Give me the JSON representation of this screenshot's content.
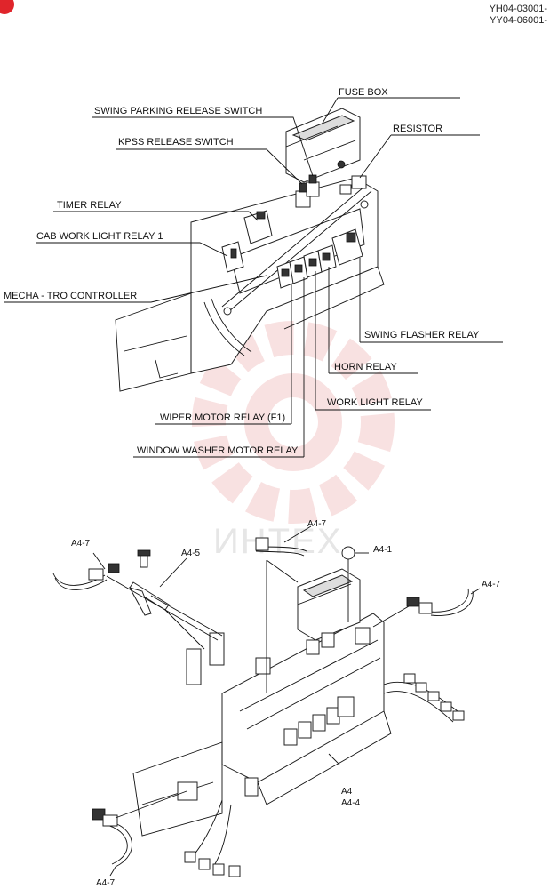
{
  "header": {
    "model_code_1": "YH04-03001-",
    "model_code_2": "YY04-06001-"
  },
  "watermark": {
    "text": "ИНТЕХ",
    "color": "#f3c9c9"
  },
  "upper_diagram": {
    "labels": {
      "fuse_box": "FUSE BOX",
      "swing_parking_release_switch": "SWING PARKING RELEASE SWITCH",
      "resistor": "RESISTOR",
      "kpss_release_switch": "KPSS RELEASE SWITCH",
      "timer_relay": "TIMER RELAY",
      "cab_work_light_relay_1": "CAB WORK LIGHT RELAY 1",
      "mecha_tro_controller": "MECHA - TRO CONTROLLER",
      "swing_flasher_relay": "SWING FLASHER RELAY",
      "horn_relay": "HORN  RELAY",
      "work_light_relay": "WORK LIGHT  RELAY",
      "wiper_motor_relay": "WIPER MOTOR RELAY (F1)",
      "window_washer_motor_relay": "WINDOW WASHER MOTOR RELAY"
    }
  },
  "lower_diagram": {
    "refs": {
      "a4_7_top": "A4-7",
      "a4_7_left": "A4-7",
      "a4_5": "A4-5",
      "a4_1": "A4-1",
      "a4_7_right": "A4-7",
      "a4": "A4",
      "a4_4": "A4-4",
      "a4_7_bottom": "A4-7"
    }
  },
  "colors": {
    "accent": "#e0252b",
    "line": "#111111"
  }
}
